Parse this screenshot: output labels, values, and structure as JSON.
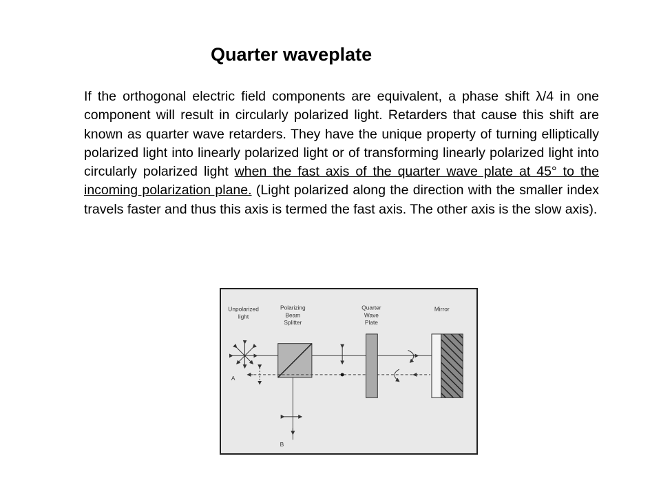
{
  "title": "Quarter waveplate",
  "paragraph": {
    "part1": "If the orthogonal electric field components are equivalent, a phase shift λ/4 in one component will result in circularly polarized light. Retarders that cause this shift are known as quarter wave retarders. They have the unique property of turning elliptically polarized light into linearly polarized light or of transforming linearly polarized light into circularly polarized light ",
    "underlined": "when the fast axis of the quarter wave plate at 45° to the incoming polarization plane.",
    "part2": " (Light polarized along the direction with the smaller index travels faster and thus this axis is termed the fast axis. The other axis is the slow axis)."
  },
  "figure": {
    "labels": {
      "unpolarized_l1": "Unpolarized",
      "unpolarized_l2": "light",
      "pbs_l1": "Polarizing",
      "pbs_l2": "Beam",
      "pbs_l3": "Splitter",
      "qwp_l1": "Quarter",
      "qwp_l2": "Wave",
      "qwp_l3": "Plate",
      "mirror": "Mirror",
      "point_a": "A",
      "point_b": "B"
    }
  }
}
